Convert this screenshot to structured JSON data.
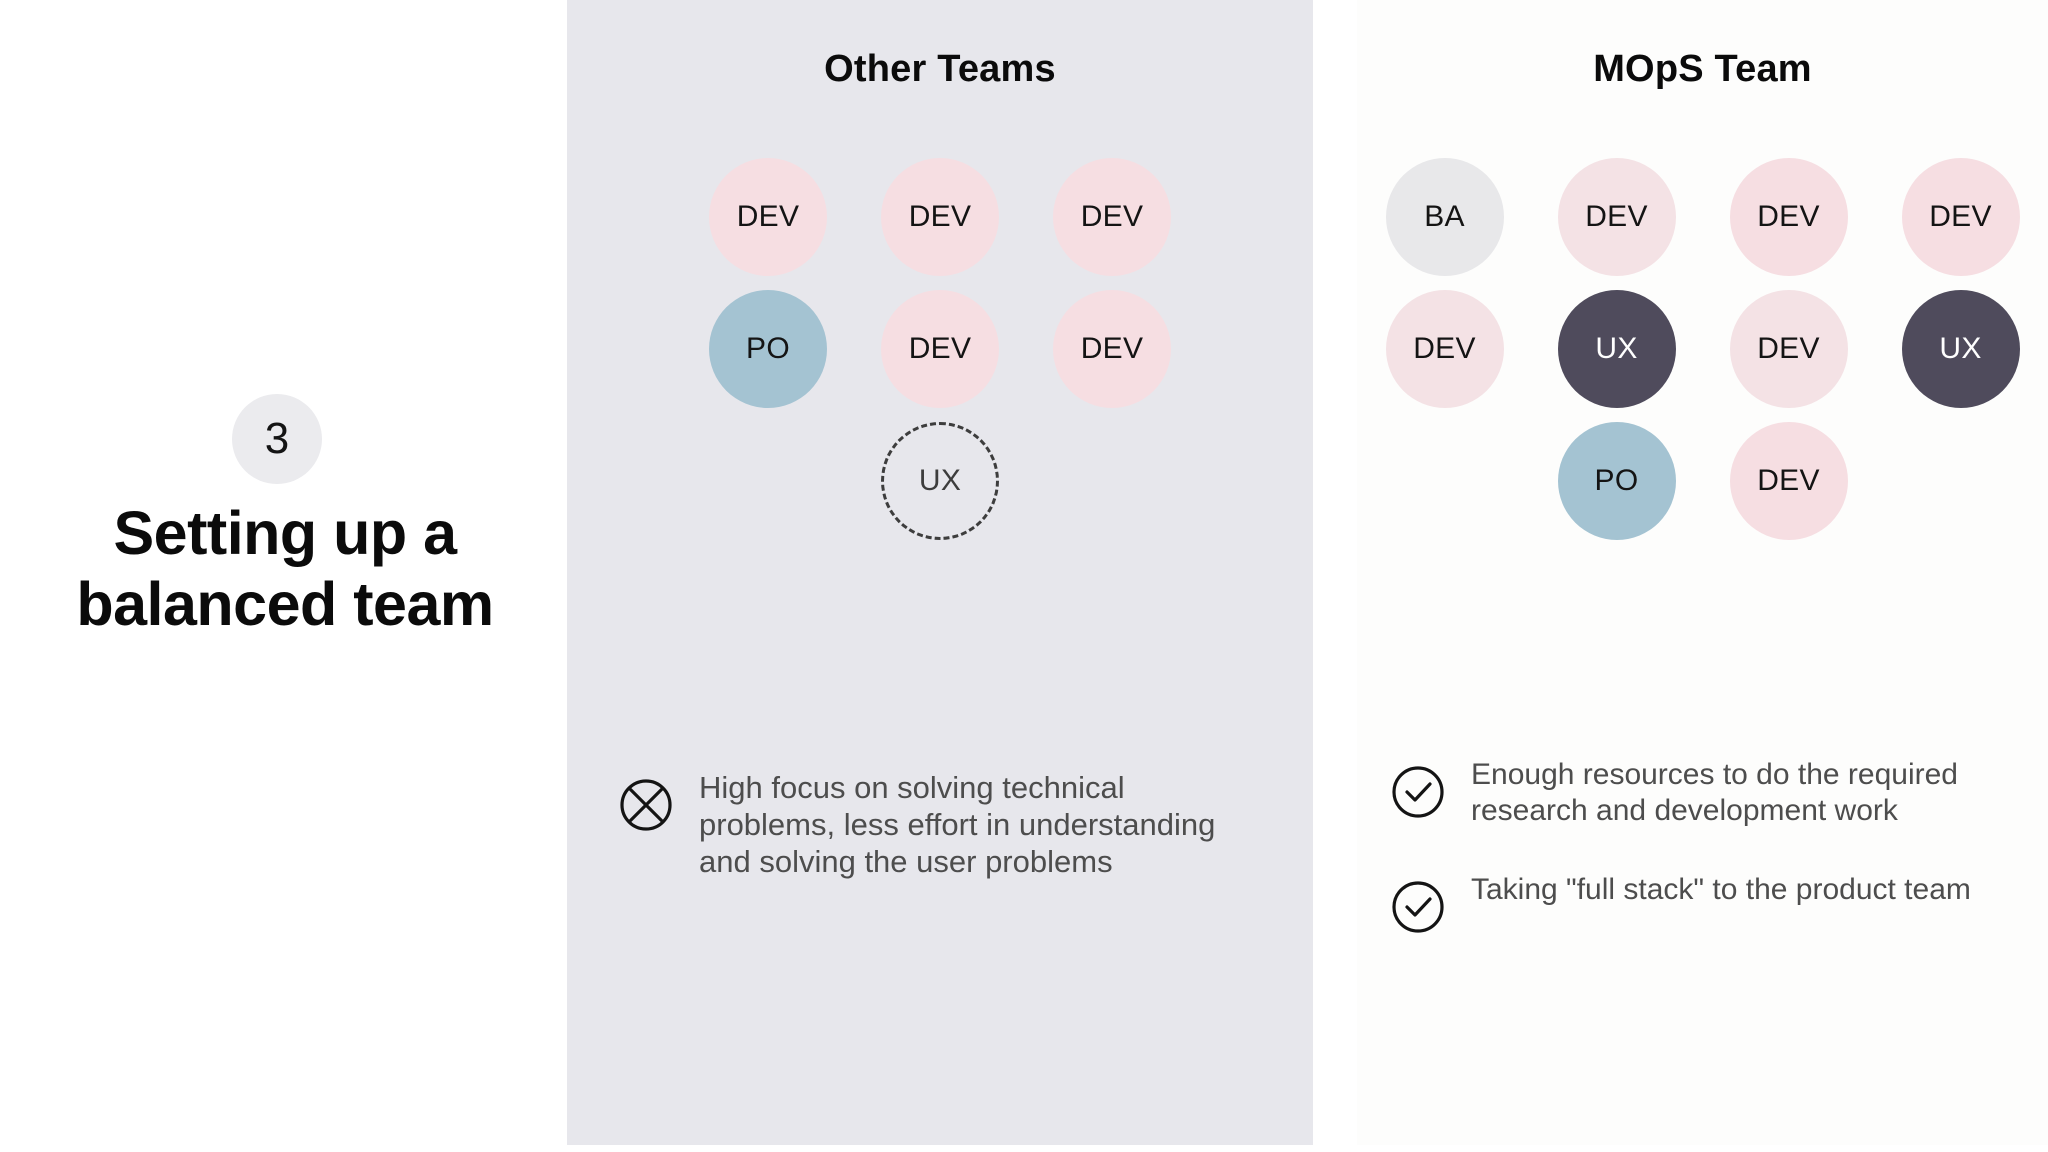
{
  "slide": {
    "step_number": "3",
    "title": "Setting up a balanced team"
  },
  "colors": {
    "panel_left_bg": "#e7e7ec",
    "panel_right_bg": "#fdfdfc",
    "dev_pink": "#f6dee2",
    "po_blue": "#a4c3d2",
    "ba_gray": "#e8e8ea",
    "ux_dark": "#4f4b5c",
    "badge_gray": "#ebebee",
    "title_text": "#0b0b0b",
    "note_text": "#4d4d4d"
  },
  "panels": [
    {
      "key": "other_teams",
      "title": "Other Teams",
      "rows": [
        [
          {
            "label": "DEV",
            "style": "dev"
          },
          {
            "label": "DEV",
            "style": "dev"
          },
          {
            "label": "DEV",
            "style": "dev"
          }
        ],
        [
          {
            "label": "PO",
            "style": "po"
          },
          {
            "label": "DEV",
            "style": "dev"
          },
          {
            "label": "DEV",
            "style": "dev"
          }
        ],
        [
          {
            "label": "",
            "style": "spacer"
          },
          {
            "label": "UX",
            "style": "ghost"
          },
          {
            "label": "",
            "style": "spacer"
          }
        ]
      ],
      "notes": [
        {
          "icon": "circle-cross-icon",
          "text": "High focus on solving technical problems, less effort in understanding and solving the user problems"
        }
      ]
    },
    {
      "key": "mops_team",
      "title": "MOpS Team",
      "rows": [
        [
          {
            "label": "BA",
            "style": "ba"
          },
          {
            "label": "DEV",
            "style": "dev-l"
          },
          {
            "label": "DEV",
            "style": "dev"
          },
          {
            "label": "DEV",
            "style": "dev"
          }
        ],
        [
          {
            "label": "DEV",
            "style": "dev-l"
          },
          {
            "label": "UX",
            "style": "ux"
          },
          {
            "label": "DEV",
            "style": "dev-l"
          },
          {
            "label": "UX",
            "style": "ux"
          }
        ],
        [
          {
            "label": "",
            "style": "spacer"
          },
          {
            "label": "PO",
            "style": "po"
          },
          {
            "label": "DEV",
            "style": "dev"
          },
          {
            "label": "",
            "style": "spacer"
          }
        ]
      ],
      "notes": [
        {
          "icon": "circle-check-icon",
          "text": "Enough resources to do the required research and development  work"
        },
        {
          "icon": "circle-check-icon",
          "text": "Taking \"full stack\" to the product team"
        }
      ]
    }
  ]
}
